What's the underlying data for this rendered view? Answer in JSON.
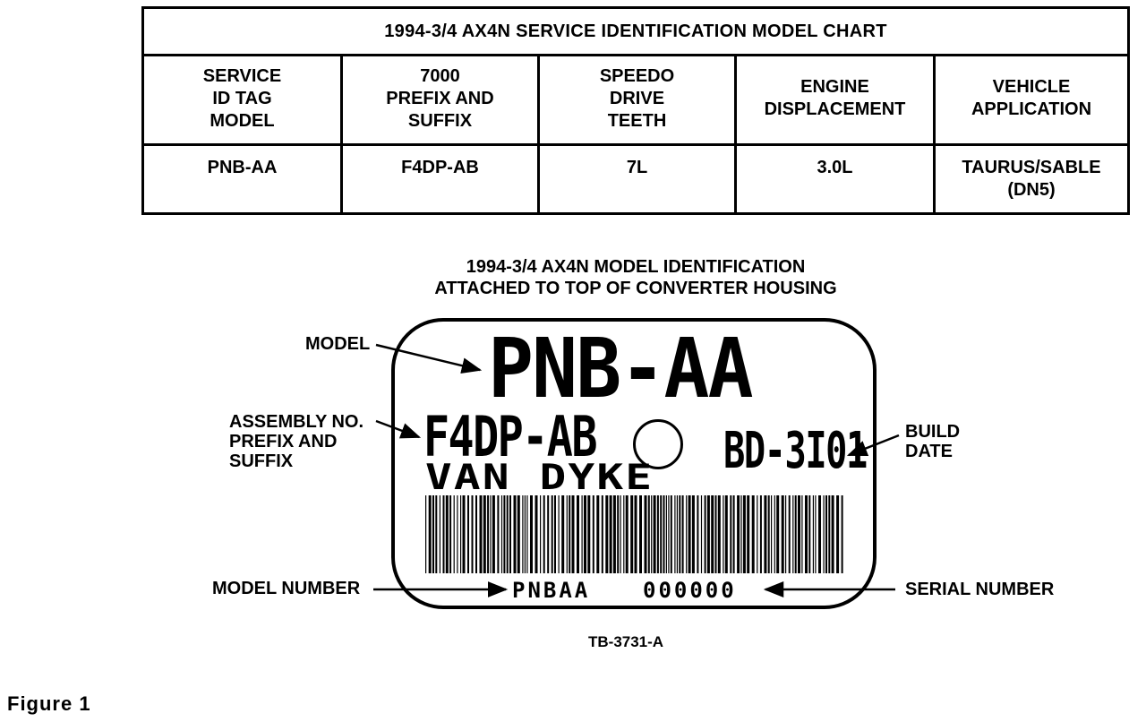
{
  "chart": {
    "title": "1994-3/4 AX4N SERVICE IDENTIFICATION MODEL CHART",
    "headers": [
      "SERVICE\nID TAG\nMODEL",
      "7000\nPREFIX AND\nSUFFIX",
      "SPEEDO\nDRIVE\nTEETH",
      "ENGINE\nDISPLACEMENT",
      "VEHICLE\nAPPLICATION"
    ],
    "row": [
      "PNB-AA",
      "F4DP-AB",
      "7L",
      "3.0L",
      "TAURUS/SABLE\n(DN5)"
    ]
  },
  "figure": {
    "caption": "1994-3/4 AX4N MODEL IDENTIFICATION\nATTACHED TO TOP OF CONVERTER HOUSING",
    "tag": {
      "model": "PNB-AA",
      "prefix_suffix": "F4DP-AB",
      "maker": "VAN DYKE",
      "build_date": "BD-3I01",
      "model_number": "PNBAA",
      "serial_number": "000000"
    },
    "callouts": {
      "model": "MODEL",
      "assembly": "ASSEMBLY NO.\nPREFIX AND\nSUFFIX",
      "build_date": "BUILD\nDATE",
      "model_number": "MODEL NUMBER",
      "serial_number": "SERIAL NUMBER"
    },
    "code": "TB-3731-A"
  },
  "figure_label": "Figure  1"
}
